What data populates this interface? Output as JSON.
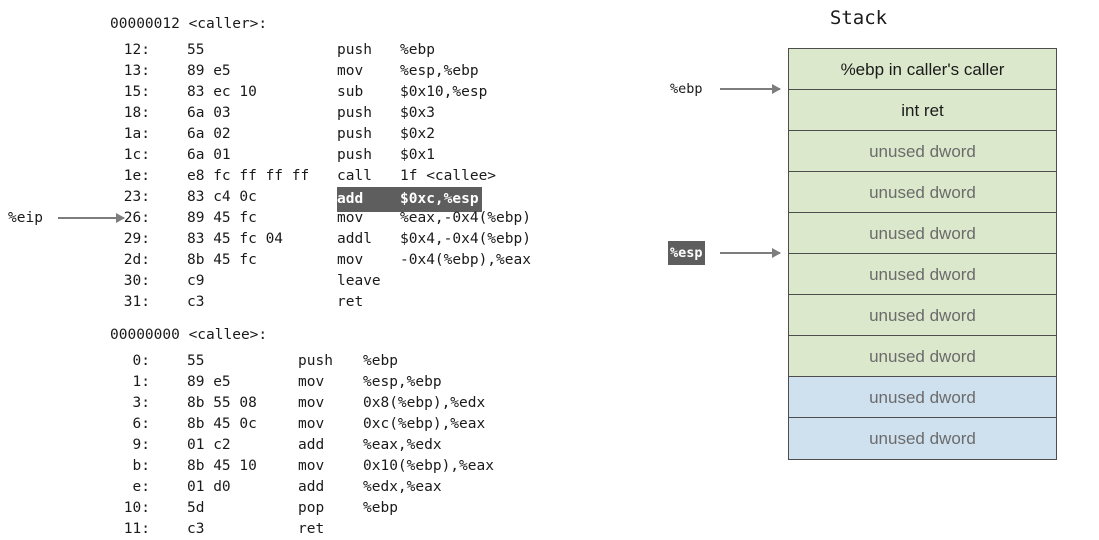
{
  "disassembly": {
    "blocks": [
      {
        "header": "00000012 <caller>:",
        "lines": [
          {
            "addr": "12:",
            "bytes": "55",
            "mnem": "push",
            "ops": "%ebp",
            "highlight": false
          },
          {
            "addr": "13:",
            "bytes": "89 e5",
            "mnem": "mov",
            "ops": "%esp,%ebp",
            "highlight": false
          },
          {
            "addr": "15:",
            "bytes": "83 ec 10",
            "mnem": "sub",
            "ops": "$0x10,%esp",
            "highlight": false
          },
          {
            "addr": "18:",
            "bytes": "6a 03",
            "mnem": "push",
            "ops": "$0x3",
            "highlight": false
          },
          {
            "addr": "1a:",
            "bytes": "6a 02",
            "mnem": "push",
            "ops": "$0x2",
            "highlight": false
          },
          {
            "addr": "1c:",
            "bytes": "6a 01",
            "mnem": "push",
            "ops": "$0x1",
            "highlight": false
          },
          {
            "addr": "1e:",
            "bytes": "e8 fc ff ff ff",
            "mnem": "call",
            "ops": "1f <callee>",
            "highlight": false
          },
          {
            "addr": "23:",
            "bytes": "83 c4 0c",
            "mnem": "add",
            "ops": "$0xc,%esp",
            "highlight": true
          },
          {
            "addr": "26:",
            "bytes": "89 45 fc",
            "mnem": "mov",
            "ops": "%eax,-0x4(%ebp)",
            "highlight": false
          },
          {
            "addr": "29:",
            "bytes": "83 45 fc 04",
            "mnem": "addl",
            "ops": "$0x4,-0x4(%ebp)",
            "highlight": false
          },
          {
            "addr": "2d:",
            "bytes": "8b 45 fc",
            "mnem": "mov",
            "ops": "-0x4(%ebp),%eax",
            "highlight": false
          },
          {
            "addr": "30:",
            "bytes": "c9",
            "mnem": "leave",
            "ops": "",
            "highlight": false
          },
          {
            "addr": "31:",
            "bytes": "c3",
            "mnem": "ret",
            "ops": "",
            "highlight": false
          }
        ]
      },
      {
        "header": "00000000 <callee>:",
        "lines": [
          {
            "addr": "0:",
            "bytes": "55",
            "mnem": "push",
            "ops": "%ebp",
            "highlight": false
          },
          {
            "addr": "1:",
            "bytes": "89 e5",
            "mnem": "mov",
            "ops": "%esp,%ebp",
            "highlight": false
          },
          {
            "addr": "3:",
            "bytes": "8b 55 08",
            "mnem": "mov",
            "ops": "0x8(%ebp),%edx",
            "highlight": false
          },
          {
            "addr": "6:",
            "bytes": "8b 45 0c",
            "mnem": "mov",
            "ops": "0xc(%ebp),%eax",
            "highlight": false
          },
          {
            "addr": "9:",
            "bytes": "01 c2",
            "mnem": "add",
            "ops": "%eax,%edx",
            "highlight": false
          },
          {
            "addr": "b:",
            "bytes": "8b 45 10",
            "mnem": "mov",
            "ops": "0x10(%ebp),%eax",
            "highlight": false
          },
          {
            "addr": "e:",
            "bytes": "01 d0",
            "mnem": "add",
            "ops": "%edx,%eax",
            "highlight": false
          },
          {
            "addr": "10:",
            "bytes": "5d",
            "mnem": "pop",
            "ops": "%ebp",
            "highlight": false
          },
          {
            "addr": "11:",
            "bytes": "c3",
            "mnem": "ret",
            "ops": "",
            "highlight": false
          }
        ]
      }
    ],
    "eip": {
      "label": "%eip",
      "points_to_addr": "26:"
    }
  },
  "stack": {
    "title": "Stack",
    "rows": [
      {
        "label": "%ebp in caller's caller",
        "used": true,
        "color": "#dbe8cc"
      },
      {
        "label": "int ret",
        "used": true,
        "color": "#dbe8cc"
      },
      {
        "label": "unused dword",
        "used": false,
        "color": "#dbe8cc"
      },
      {
        "label": "unused dword",
        "used": false,
        "color": "#dbe8cc"
      },
      {
        "label": "unused dword",
        "used": false,
        "color": "#dbe8cc"
      },
      {
        "label": "unused dword",
        "used": false,
        "color": "#dbe8cc"
      },
      {
        "label": "unused dword",
        "used": false,
        "color": "#dbe8cc"
      },
      {
        "label": "unused dword",
        "used": false,
        "color": "#dbe8cc"
      },
      {
        "label": "unused dword",
        "used": false,
        "color": "#cfe0ef"
      },
      {
        "label": "unused dword",
        "used": false,
        "color": "#cfe0ef"
      }
    ],
    "pointers": [
      {
        "label": "%ebp",
        "row_boundary": 1,
        "highlight": false
      },
      {
        "label": "%esp",
        "row_boundary": 5,
        "highlight": true
      }
    ]
  },
  "colors": {
    "green_cell": "#dbe8cc",
    "blue_cell": "#cfe0ef",
    "border": "#4d4d4d",
    "highlight_bg": "#5e5e5e",
    "highlight_fg": "#ffffff",
    "muted_text": "#6b6b6b",
    "arrow": "#7d7d7d"
  }
}
